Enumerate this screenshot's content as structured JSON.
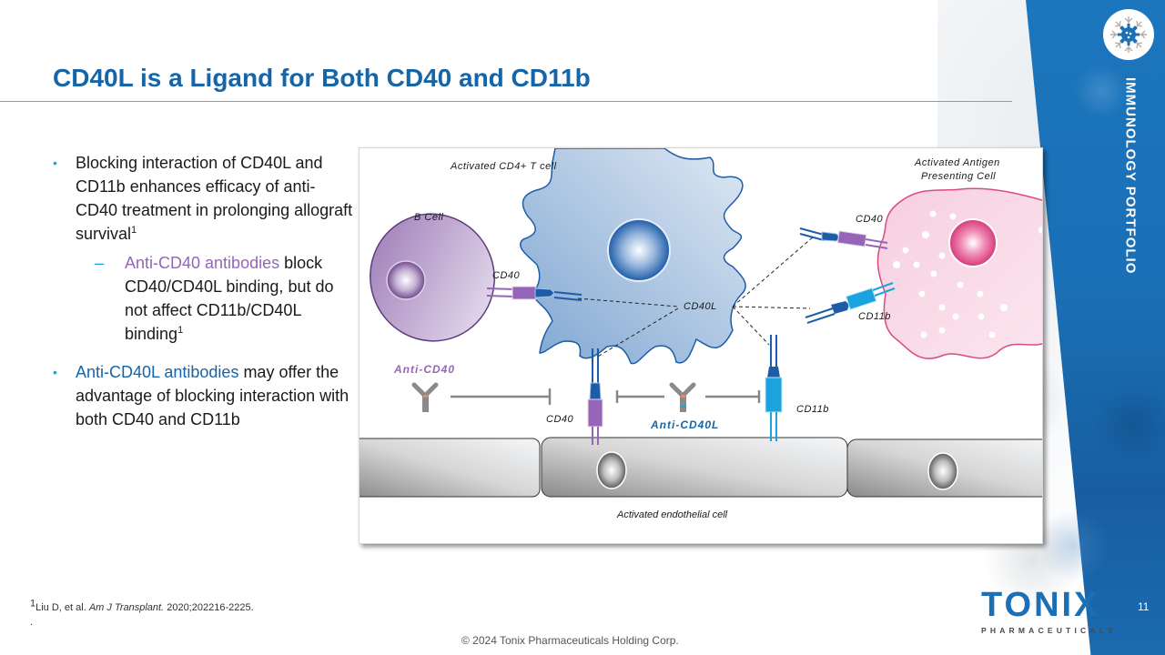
{
  "slide": {
    "title": "CD40L is a Ligand for Both CD40 and CD11b",
    "side_label": "IMMUNOLOGY PORTFOLIO",
    "page_number": "11",
    "colors": {
      "title": "#1565a8",
      "accent_blue": "#1a6fb5",
      "bullet": "#1aa3de",
      "anti_cd40": "#9566b8",
      "anti_cd40l": "#1565a8"
    }
  },
  "body": {
    "bullet1": {
      "text": "Blocking interaction of CD40L and CD11b enhances efficacy of anti-CD40 treatment in prolonging allograft survival",
      "sup": "1",
      "sub": {
        "highlight": "Anti-CD40 antibodies",
        "text": " block CD40/CD40L binding, but do not affect CD11b/CD40L binding",
        "sup": "1"
      }
    },
    "bullet2": {
      "highlight": "Anti-CD40L antibodies",
      "text": " may offer the advantage of blocking interaction with both CD40 and CD11b"
    },
    "bullet_glyph": "•",
    "dash_glyph": "–"
  },
  "figure": {
    "labels": {
      "t_cell": "Activated CD4+ T cell",
      "b_cell": "B Cell",
      "apc_line1": "Activated Antigen",
      "apc_line2": "Presenting Cell",
      "cd40_bcell": "CD40",
      "cd40_apc": "CD40",
      "cd40l": "CD40L",
      "cd11b_apc": "CD11b",
      "cd40_endo": "CD40",
      "cd11b_endo": "CD11b",
      "anti_cd40": "Anti-CD40",
      "anti_cd40l": "Anti-CD40L",
      "endothelial": "Activated endothelial cell"
    }
  },
  "footer": {
    "reference_sup": "1",
    "reference_author": "Liu D, et al. ",
    "reference_journal": "Am J Transplant.",
    "reference_rest": " 2020;202216-2225.",
    "reference_dot": ".",
    "copyright": "© 2024 Tonix Pharmaceuticals Holding Corp.",
    "brand_name": "TONIX",
    "brand_sub": "PHARMACEUTICALS"
  }
}
